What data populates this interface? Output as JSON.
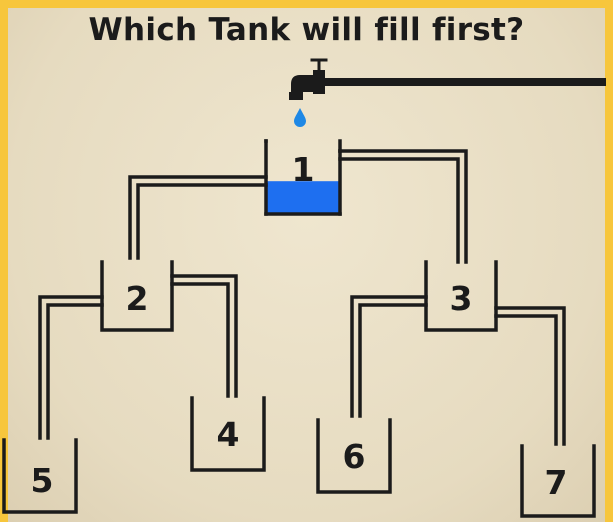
{
  "title": "Which Tank will fill first?",
  "colors": {
    "border": "#f7c63c",
    "background": "#e9dfc6",
    "water": "#1e6ff0",
    "line": "#1b1b1b"
  },
  "tanks": [
    {
      "label": "1",
      "water_level": 0.45
    },
    {
      "label": "2",
      "water_level": 0
    },
    {
      "label": "3",
      "water_level": 0
    },
    {
      "label": "4",
      "water_level": 0
    },
    {
      "label": "5",
      "water_level": 0
    },
    {
      "label": "6",
      "water_level": 0
    },
    {
      "label": "7",
      "water_level": 0
    }
  ],
  "icons": [
    "faucet-icon",
    "water-drop-icon"
  ]
}
